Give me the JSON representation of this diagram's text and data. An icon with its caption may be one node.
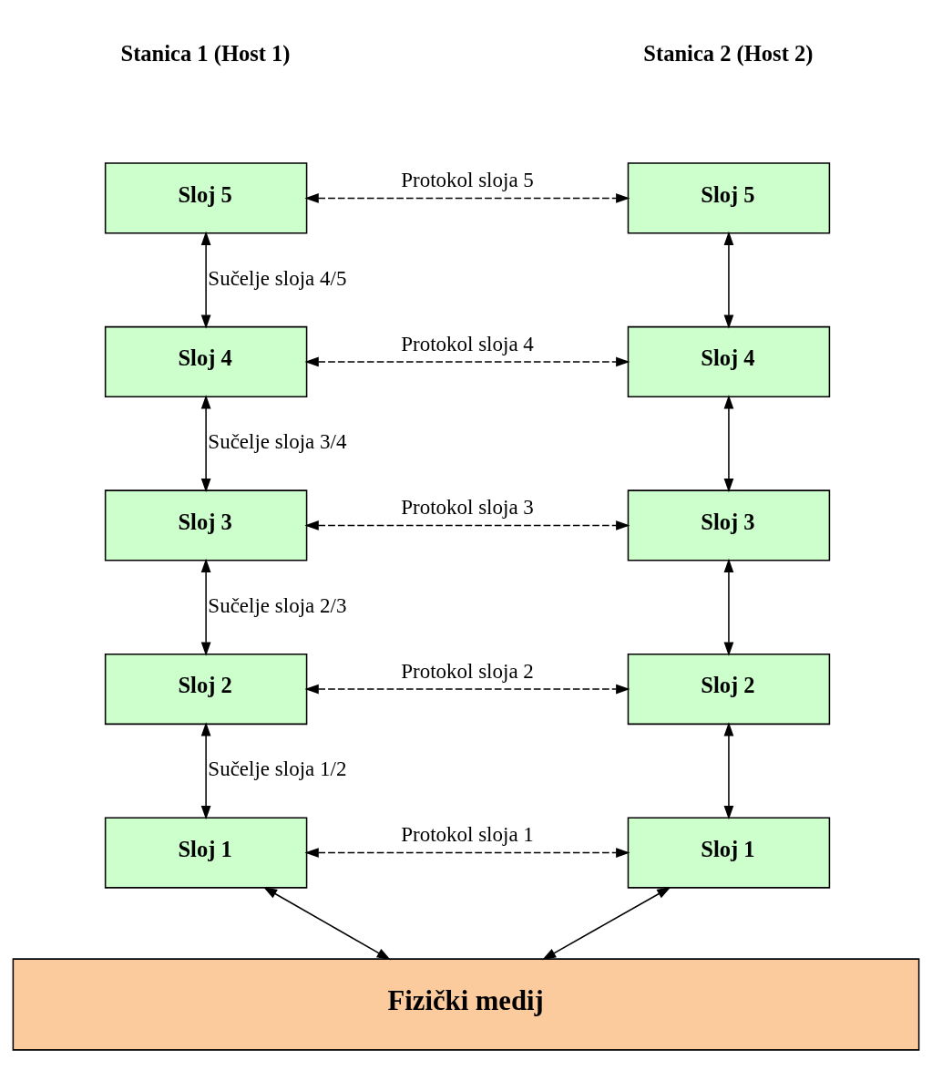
{
  "diagram": {
    "nodes": [
      {
        "text": [
          "Sloj 5"
        ]
      },
      {
        "text": [
          "Sloj 4"
        ]
      },
      {
        "text": [
          "Sloj 3"
        ]
      },
      {
        "text": [
          "Sloj 2"
        ]
      },
      {
        "text": [
          "Sloj 1"
        ]
      },
      {
        "text": [
          "Sloj 5"
        ]
      },
      {
        "text": [
          "Sloj 4"
        ]
      },
      {
        "text": [
          "Sloj 3"
        ]
      },
      {
        "text": [
          "Sloj 2"
        ]
      },
      {
        "text": [
          "Sloj 1"
        ]
      },
      {
        "text": [
          "Fizički medij"
        ]
      }
    ],
    "edges": [
      {
        "from": 0,
        "to": 5,
        "arrow": "both",
        "style": "dashed",
        "label": "Protokol sloja 5"
      },
      {
        "from": 0,
        "to": 1,
        "arrow": "both",
        "label": "Sučelje sloja 4/5"
      },
      {
        "from": 5,
        "to": 6,
        "arrow": "both"
      },
      {
        "from": 1,
        "to": 6,
        "arrow": "both",
        "style": "dashed",
        "label": "Protokol sloja 4"
      },
      {
        "from": 1,
        "to": 2,
        "arrow": "both",
        "label": "Sučelje sloja 3/4"
      },
      {
        "from": 6,
        "to": 7,
        "arrow": "both"
      },
      {
        "from": 2,
        "to": 7,
        "arrow": "both",
        "style": "dashed",
        "label": "Protokol sloja 3"
      },
      {
        "from": 2,
        "to": 3,
        "arrow": "both",
        "label": "Sučelje sloja 2/3"
      },
      {
        "from": 7,
        "to": 8,
        "arrow": "both"
      },
      {
        "from": 3,
        "to": 8,
        "arrow": "both",
        "style": "dashed",
        "label": "Protokol sloja 2"
      },
      {
        "from": 3,
        "to": 4,
        "arrow": "both",
        "label": "Sučelje sloja 1/2"
      },
      {
        "from": 8,
        "to": 9,
        "arrow": "both"
      },
      {
        "from": 4,
        "to": 9,
        "arrow": "both",
        "style": "dashed",
        "label": "Protokol sloja 1"
      },
      {
        "from": 4,
        "to": 10,
        "arrow": "both"
      },
      {
        "from": 9,
        "to": 10,
        "arrow": "both"
      }
    ],
    "labels": [
      "Stanica 1 (Host 1)",
      "Stanica 2 (Host 2)"
    ]
  }
}
